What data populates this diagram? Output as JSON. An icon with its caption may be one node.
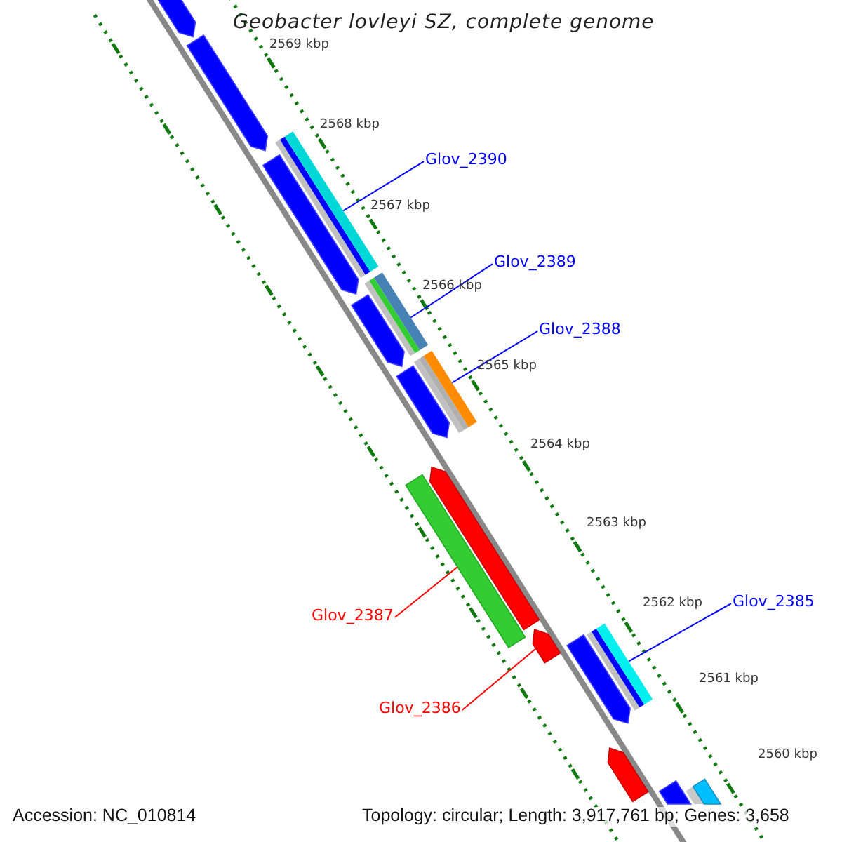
{
  "diagram": {
    "title": "Geobacter lovleyi SZ, complete genome",
    "nodes": [
      {
        "text": [
          "Glov_2390"
        ]
      },
      {
        "text": [],
        "shape": "bar"
      },
      {
        "text": [
          "Glov_2389"
        ]
      },
      {
        "text": [],
        "shape": "bar"
      },
      {
        "text": [
          "Glov_2388"
        ]
      },
      {
        "text": [],
        "shape": "bar"
      },
      {
        "text": [
          "Glov_2385"
        ]
      },
      {
        "text": [],
        "shape": "bar"
      },
      {
        "text": [
          "Glov_2387"
        ]
      },
      {
        "text": [],
        "shape": "bar"
      },
      {
        "text": [
          "Glov_2386"
        ]
      },
      {
        "text": [],
        "shape": "arrow"
      },
      {
        "text": [],
        "shape": "arrow"
      },
      {
        "text": [],
        "shape": "arrow"
      },
      {
        "text": [],
        "shape": "arrow"
      },
      {
        "text": [],
        "shape": "arrow"
      },
      {
        "text": [],
        "shape": "arrow"
      },
      {
        "text": [],
        "shape": "arrow"
      },
      {
        "text": [],
        "shape": "arrow"
      },
      {
        "text": [],
        "shape": "arrow"
      },
      {
        "text": [],
        "shape": "arrow"
      },
      {
        "text": [],
        "shape": "bar"
      }
    ],
    "edges": [
      {
        "from": 0,
        "to": 1,
        "arrow": "none"
      },
      {
        "from": 2,
        "to": 3,
        "arrow": "none"
      },
      {
        "from": 4,
        "to": 5,
        "arrow": "none"
      },
      {
        "from": 6,
        "to": 7,
        "arrow": "none"
      },
      {
        "from": 8,
        "to": 9,
        "arrow": "none",
        "color": "#ff0000"
      },
      {
        "from": 10,
        "to": 11,
        "arrow": "none",
        "color": "#ff0000"
      }
    ],
    "labels": [
      "2569 kbp",
      "2568 kbp",
      "2567 kbp",
      "2566 kbp",
      "2565 kbp",
      "2564 kbp",
      "2563 kbp",
      "2562 kbp",
      "2561 kbp",
      "2560 kbp",
      "Accession: NC_010814",
      "Topology: circular; Length: 3,917,761 bp; Genes: 3,658"
    ]
  }
}
